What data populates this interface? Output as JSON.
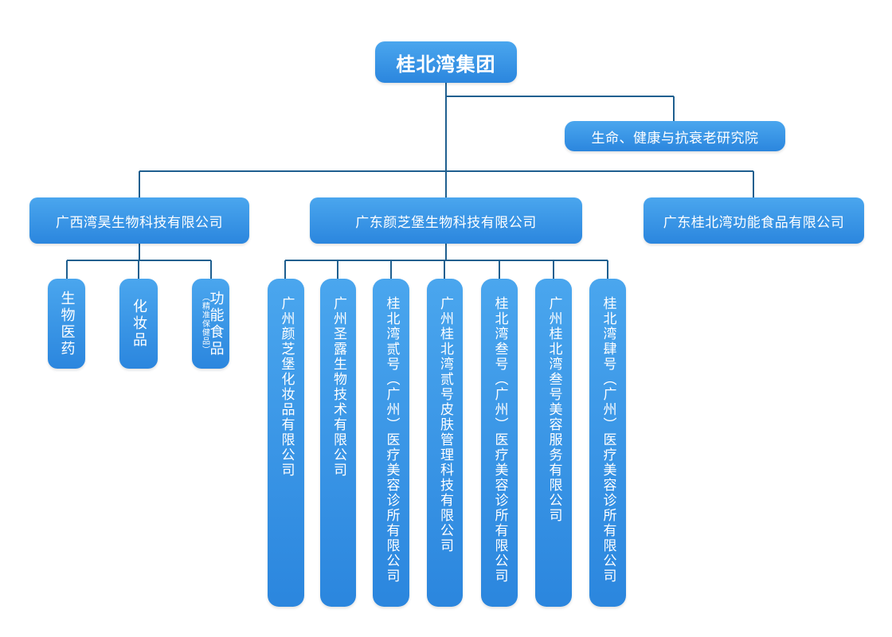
{
  "org": {
    "root": "桂北湾集团",
    "institute": "生命、健康与抗衰老研究院",
    "subsidiaries": [
      "广西湾昊生物科技有限公司",
      "广东颜芝堡生物科技有限公司",
      "广东桂北湾功能食品有限公司"
    ],
    "wanhao_products": [
      "生物医药",
      "化妆品",
      "功能食品"
    ],
    "functional_food_note": "（精准保健品）",
    "yanzhibao_units": [
      "广州颜芝堡化妆品有限公司",
      "广州圣露生物技术有限公司",
      "桂北湾贰号（广州）医疗美容诊所有限公司",
      "广州桂北湾贰号皮肤管理科技有限公司",
      "桂北湾叁号（广州）医疗美容诊所有限公司",
      "广州桂北湾叁号美容服务有限公司",
      "桂北湾肆号（广州）医疗美容诊所有限公司"
    ]
  },
  "colors": {
    "node": "#2b86de",
    "line": "#1f5f8f",
    "text": "#ffffff"
  }
}
